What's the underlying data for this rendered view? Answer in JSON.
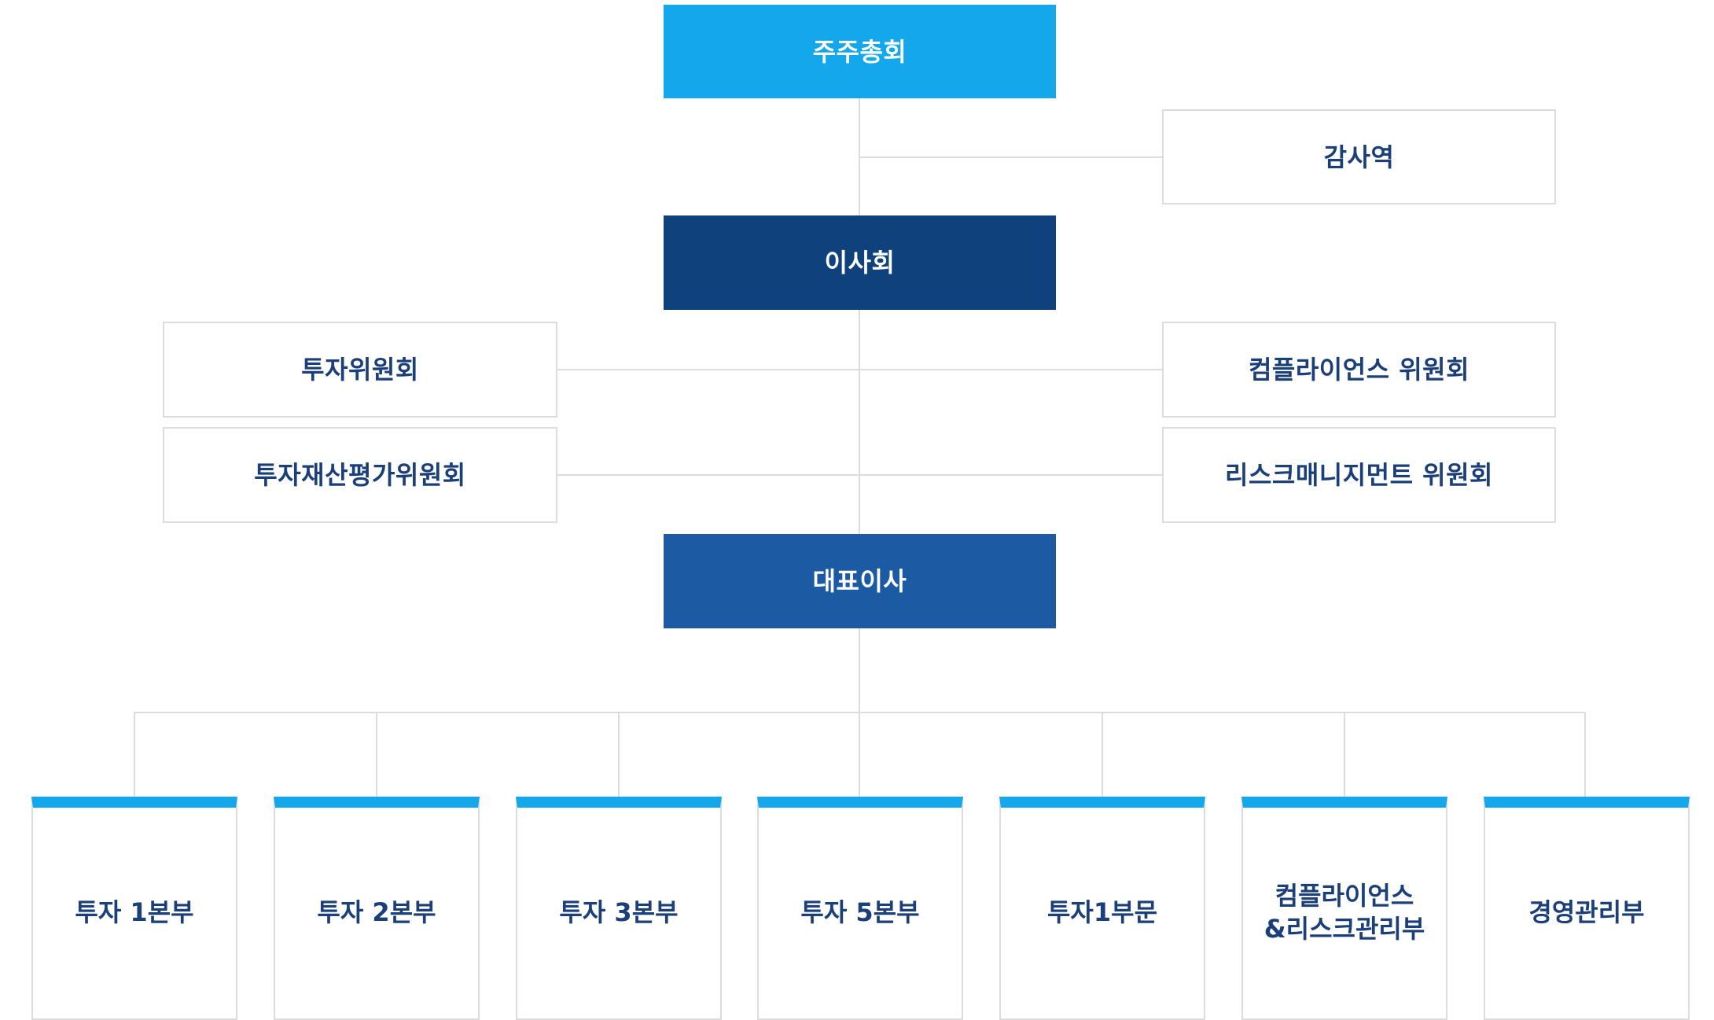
{
  "colors": {
    "text_dark": "#1b3f78",
    "sky_blue": "#14a7ec",
    "navy": "#0f427d",
    "royal_blue": "#1c5aa3",
    "line_gray": "#dcdcdc"
  },
  "top": {
    "shareholders": "주주총회",
    "auditor": "감사역",
    "board": "이사회",
    "ceo": "대표이사"
  },
  "committees": {
    "left": [
      "투자위원회",
      "투자재산평가위원회"
    ],
    "right": [
      "컴플라이언스 위원회",
      "리스크매니지먼트 위원회"
    ]
  },
  "departments": [
    "투자 1본부",
    "투자 2본부",
    "투자 3본부",
    "투자 5본부",
    "투자1부문",
    "컴플라이언스\n&리스크관리부",
    "경영관리부"
  ]
}
